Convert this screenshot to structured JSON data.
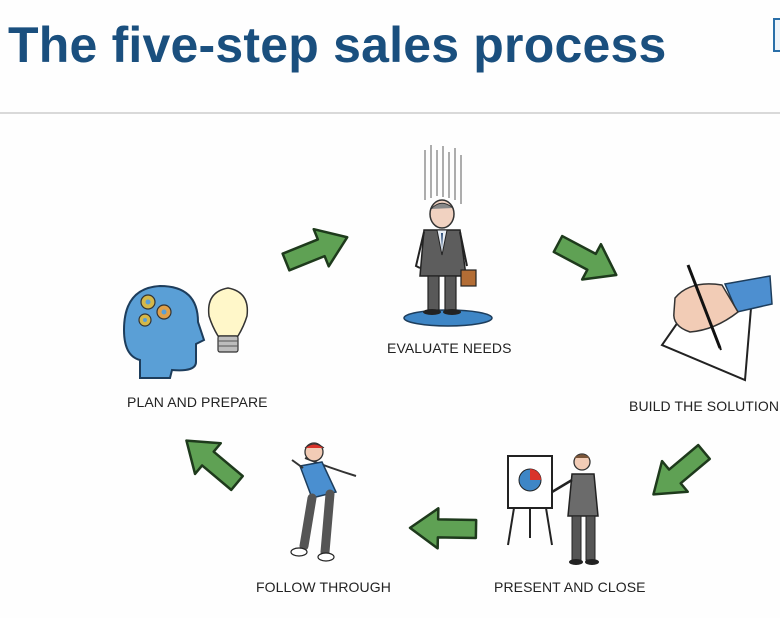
{
  "title": "The five-step sales process",
  "steps": [
    {
      "label": "EVALUATE NEEDS",
      "icon": "worried-businessman-icon"
    },
    {
      "label": "BUILD THE SOLUTION",
      "icon": "hand-writing-icon"
    },
    {
      "label": "PRESENT AND CLOSE",
      "icon": "presenter-chart-icon"
    },
    {
      "label": "FOLLOW THROUGH",
      "icon": "golfer-icon"
    },
    {
      "label": "PLAN AND PREPARE",
      "icon": "head-gears-lightbulb-icon"
    }
  ],
  "colors": {
    "title": "#1a4f7e",
    "arrow_fill": "#5fa154",
    "arrow_stroke": "#1e3a1c",
    "head_fill": "#5a9fd6",
    "shirt": "#4a8fd0"
  }
}
